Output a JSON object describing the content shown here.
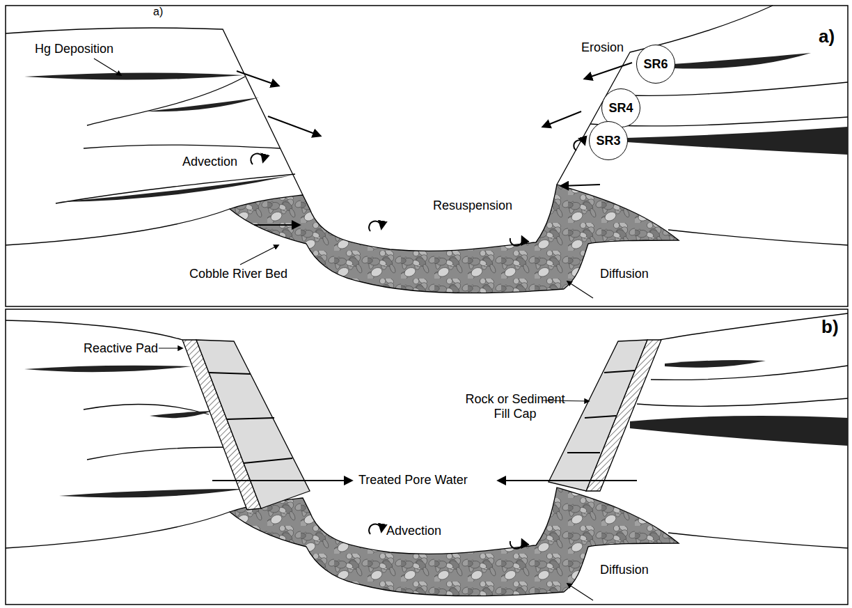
{
  "diagram": {
    "nodes": [
      {
        "text": [
          "SR6"
        ]
      },
      {
        "text": [
          "SR4"
        ]
      },
      {
        "text": [
          "SR3"
        ]
      }
    ],
    "labels": [
      "a)",
      "a)",
      "Hg Deposition",
      "Erosion",
      "Advection",
      "Resuspension",
      "Cobble River Bed",
      "Diffusion",
      "b)",
      "Reactive Pad",
      "Rock or Sediment Fill Cap",
      "Treated Pore Water",
      "Advection",
      "Diffusion"
    ]
  }
}
